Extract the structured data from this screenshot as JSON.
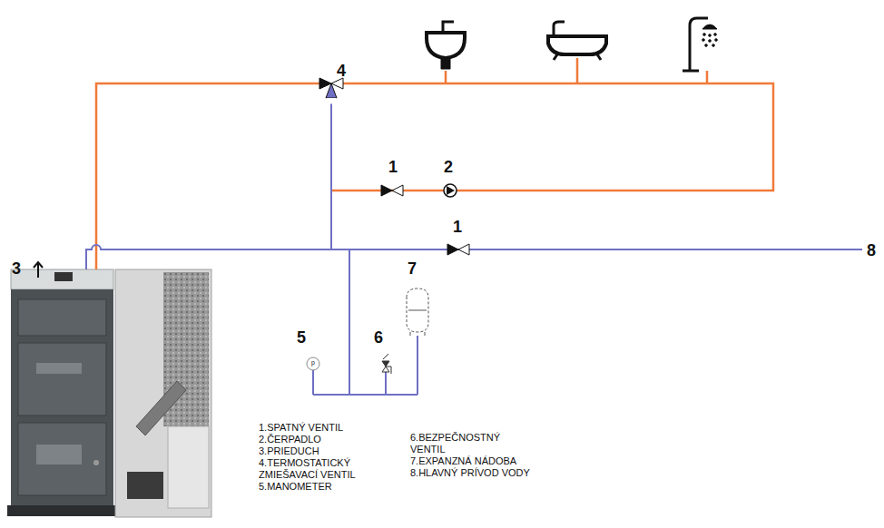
{
  "diagram": {
    "labels": [
      "4",
      "1",
      "2",
      "1",
      "8",
      "3",
      "5",
      "6",
      "7",
      "p",
      "1.SPATNÝ VENTIL",
      "2.ČERPADLO",
      "3.PRIEDUCH",
      "4.TERMOSTATICKÝ ZMIEŠAVACÍ VENTIL",
      "5.MANOMETER",
      "6.BEZPEČNOSTNÝ VENTIL",
      "7.EXPANZNÁ NÁDOBA",
      "8.HLAVNÝ PRÍVOD VODY"
    ]
  }
}
